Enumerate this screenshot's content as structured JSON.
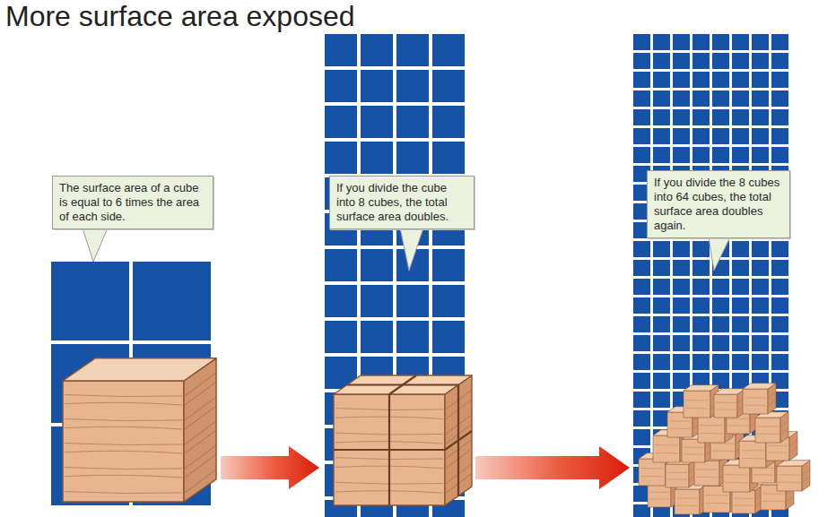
{
  "diagram": {
    "title": "More surface area exposed",
    "nodes": [
      {
        "text": [
          "The surface area of a cube is equal to 6 times the area of each side."
        ]
      },
      {
        "text": [
          "If you divide the cube into 8 cubes, the total surface area doubles."
        ]
      },
      {
        "text": [
          "If you divide the 8 cubes into 64 cubes, the total surface area doubles again."
        ]
      }
    ]
  }
}
